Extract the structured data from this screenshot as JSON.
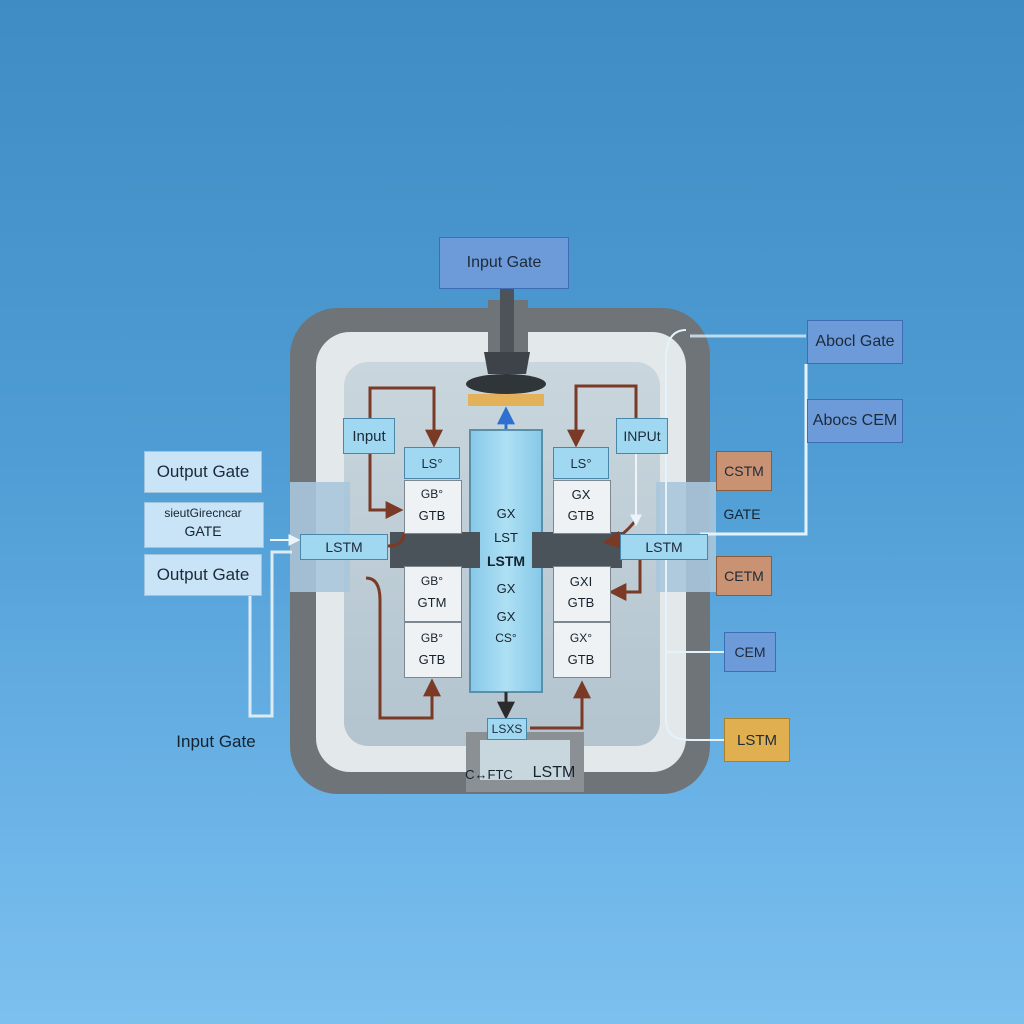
{
  "labels": {
    "top_input_gate": "Input Gate",
    "input_left": "Input",
    "input_right": "INPUt",
    "ls_left": "LS°",
    "ls_right": "LS°",
    "gb_left_top": "GB°",
    "gtb_left_top": "GTB",
    "gx_right_top": "GX",
    "gtb_right_top": "GTB",
    "gb_left_mid": "GB°",
    "gtm_left_mid": "GTM",
    "gxi_right_mid": "GXI",
    "gtb_right_mid": "GTB",
    "gb_left_bot": "GB°",
    "gtb_left_bot": "GTB",
    "gx_right_bot": "GX°",
    "gtb_right_bot": "GTB",
    "center_1": "GX",
    "center_2": "LST",
    "center_3": "LSTM",
    "center_4": "GX",
    "center_5": "GX",
    "center_6": "CS°",
    "lstm_left": "LSTM",
    "lstm_right": "LSTM",
    "lsxs": "LSXS",
    "bottom_cftc": "C↔FTC",
    "bottom_lstm": "LSTM",
    "output_gate_1": "Output Gate",
    "side_small": "sieutGirecncar",
    "side_gate": "GATE",
    "output_gate_2": "Output Gate",
    "input_gate_bottom": "Input Gate",
    "aboct_gate": "Abocl Gate",
    "abocs_cem": "Abocs CEM",
    "cstm": "CSTM",
    "gate_right": "GATE",
    "cetm": "CETM",
    "cem": "CEM",
    "lstm_yellow": "LSTM"
  },
  "colors": {
    "background_top": "#3f8cc4",
    "background_bottom": "#7cc0ee",
    "frame_gray": "#6f7478",
    "cell_cyan": "#9fd8f0",
    "arrow_brown": "#7a3a26",
    "arrow_blue": "#2f6fd0",
    "box_blue": "#6d9ad8",
    "box_orange": "#c99273",
    "box_yellow": "#e0b050"
  }
}
